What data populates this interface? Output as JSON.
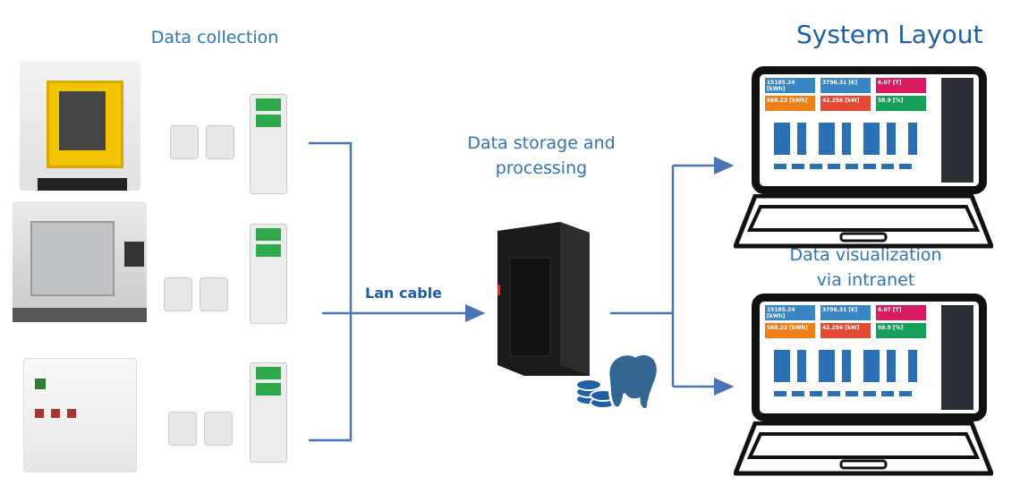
{
  "labels": {
    "data_collection": "Data collection",
    "system_layout": "System Layout",
    "storage_line1": "Data storage and",
    "storage_line2": "processing",
    "lan_cable": "Lan cable",
    "visualization_line1": "Data visualization",
    "visualization_line2": "via intranet"
  },
  "dashboard": {
    "cards": [
      {
        "value": "15185.24 [kWh]",
        "color": "#3a86c4"
      },
      {
        "value": "3796.31 [€]",
        "color": "#3a86c4"
      },
      {
        "value": "6.07 [T]",
        "color": "#d81b60"
      },
      {
        "value": "568.22 [kWh]",
        "color": "#f07f1a"
      },
      {
        "value": "42.256 [kW]",
        "color": "#e24a33"
      },
      {
        "value": "58.9 [%]",
        "color": "#16a05a"
      }
    ]
  },
  "colors": {
    "line": "#4a74b5",
    "text": "#2f74b5"
  }
}
